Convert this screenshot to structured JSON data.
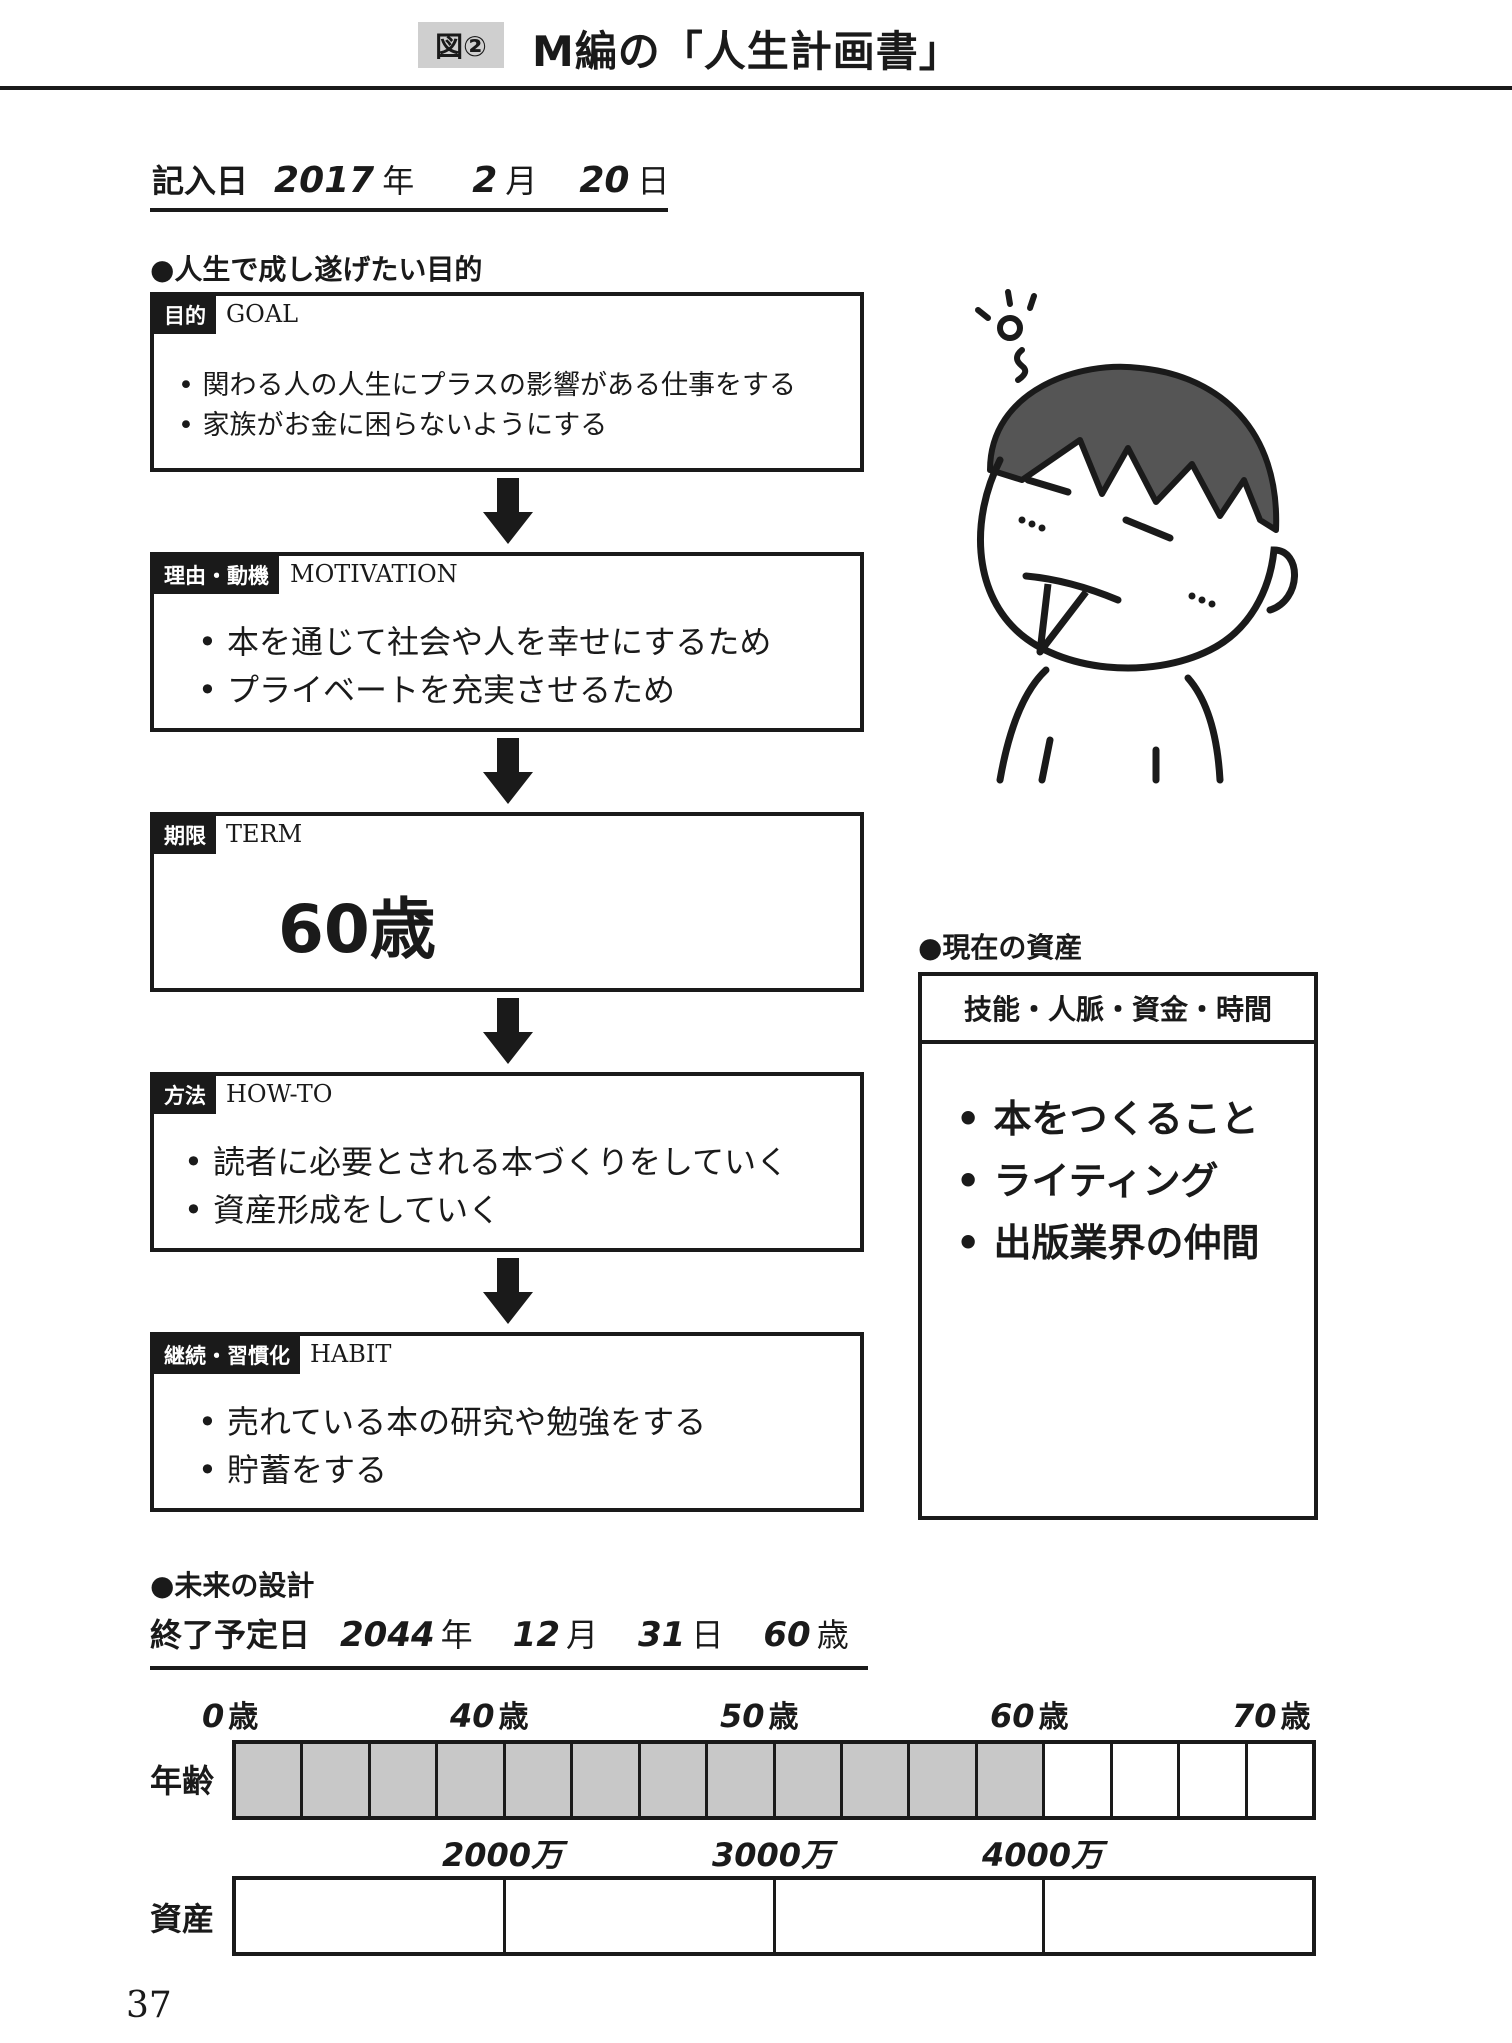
{
  "header": {
    "figure": "図②",
    "title": "M編の「人生計画書」"
  },
  "entry": {
    "label": "記入日",
    "year": "2017",
    "year_unit": "年",
    "month": "2",
    "month_unit": "月",
    "day": "20",
    "day_unit": "日"
  },
  "purpose_section": "●人生で成し遂げたい目的",
  "goal": {
    "tag": "目的",
    "en": "GOAL",
    "items": [
      "関わる人の人生にプラスの影響がある仕事をする",
      "家族がお金に困らないようにする"
    ]
  },
  "motivation": {
    "tag": "理由・動機",
    "en": "MOTIVATION",
    "items": [
      "本を通じて社会や人を幸せにするため",
      "プライベートを充実させるため"
    ]
  },
  "term": {
    "tag": "期限",
    "en": "TERM",
    "value": "60歳"
  },
  "howto": {
    "tag": "方法",
    "en": "HOW-TO",
    "items": [
      "読者に必要とされる本づくりをしていく",
      "資産形成をしていく"
    ]
  },
  "habit": {
    "tag": "継続・習慣化",
    "en": "HABIT",
    "items": [
      "売れている本の研究や勉強をする",
      "貯蓄をする"
    ]
  },
  "assets": {
    "section": "●現在の資産",
    "header": "技能・人脈・資金・時間",
    "items": [
      "本をつくること",
      "ライティング",
      "出版業界の仲間"
    ]
  },
  "future": {
    "section": "●未来の設計",
    "label": "終了予定日",
    "year": "2044",
    "year_unit": "年",
    "month": "12",
    "month_unit": "月",
    "day": "31",
    "day_unit": "日",
    "age": "60",
    "age_unit": "歳"
  },
  "timeline": {
    "age_row_label": "年齢",
    "asset_row_label": "資産",
    "age_ticks": [
      {
        "value": "0",
        "unit": "歳"
      },
      {
        "value": "40",
        "unit": "歳"
      },
      {
        "value": "50",
        "unit": "歳"
      },
      {
        "value": "60",
        "unit": "歳"
      },
      {
        "value": "70",
        "unit": "歳"
      }
    ],
    "money_ticks": [
      "2000万",
      "3000万",
      "4000万"
    ],
    "age_cells_total": 16,
    "age_cells_filled": 12,
    "asset_cells_total": 4,
    "filled_color": "#c8c8c8"
  },
  "page_number": "37"
}
